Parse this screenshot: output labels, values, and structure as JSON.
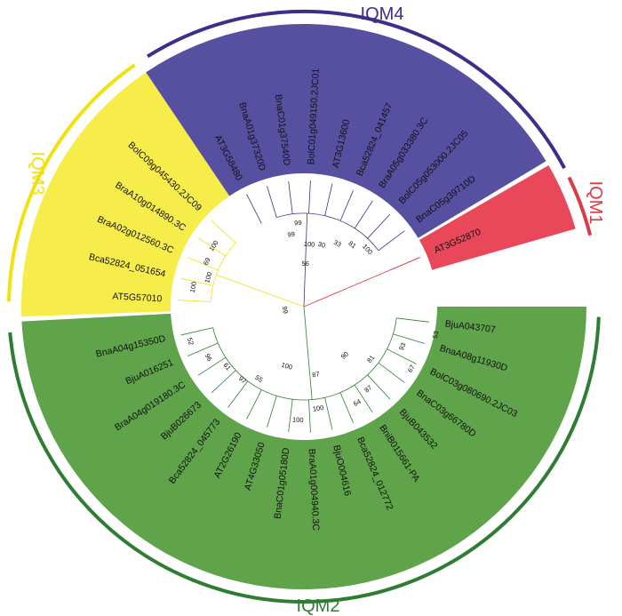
{
  "colors": {
    "IQM1": "#e8485a",
    "IQM2": "#5fa34a",
    "IQM3": "#f6ec4a",
    "IQM4": "#5750a0",
    "IQM1_line": "#d93b48",
    "IQM2_line": "#2e7d32",
    "IQM3_line": "#f1e10c",
    "IQM4_line": "#3b2f8a"
  },
  "groups": [
    {
      "id": "IQM4",
      "label": "IQM4",
      "color": "#5750a0",
      "arc_color": "#3b2f8a"
    },
    {
      "id": "IQM1",
      "label": "IQM1",
      "color": "#e8485a",
      "arc_color": "#d93b48"
    },
    {
      "id": "IQM2",
      "label": "IQM2",
      "color": "#5fa34a",
      "arc_color": "#2e7d32"
    },
    {
      "id": "IQM3",
      "label": "IQM3",
      "color": "#f6ec4a",
      "arc_color": "#f1e10c"
    }
  ],
  "leaves": [
    {
      "label": "BnaA01g37320D",
      "group": "IQM4",
      "angle": 253
    },
    {
      "label": "BnaC01g37540D",
      "group": "IQM4",
      "angle": 263
    },
    {
      "label": "BolC01g049150.2JC01",
      "group": "IQM4",
      "angle": 273
    },
    {
      "label": "AT3G13600",
      "group": "IQM4",
      "angle": 283
    },
    {
      "label": "Bca52824_041457",
      "group": "IQM4",
      "angle": 293
    },
    {
      "label": "BraA05g033380.3C",
      "group": "IQM4",
      "angle": 303
    },
    {
      "label": "BolC05g053000.2JC05",
      "group": "IQM4",
      "angle": 313
    },
    {
      "label": "BnaC05g39710D",
      "group": "IQM4",
      "angle": 323
    },
    {
      "label": "AT3G52870",
      "group": "IQM1",
      "angle": 337
    },
    {
      "label": "BjuA043707",
      "group": "IQM2",
      "angle": 7
    },
    {
      "label": "BnaA08g11930D",
      "group": "IQM2",
      "angle": 17
    },
    {
      "label": "BolC03g080690.2JC03",
      "group": "IQM2",
      "angle": 27
    },
    {
      "label": "BnaC03g66780D",
      "group": "IQM2",
      "angle": 37
    },
    {
      "label": "BjuB043532",
      "group": "IQM2",
      "angle": 47
    },
    {
      "label": "BniB015661-PA",
      "group": "IQM2",
      "angle": 57
    },
    {
      "label": "Bca52824_012772",
      "group": "IQM2",
      "angle": 67
    },
    {
      "label": "BjuO004616",
      "group": "IQM2",
      "angle": 77
    },
    {
      "label": "BraA01g004940.3C",
      "group": "IQM2",
      "angle": 87
    },
    {
      "label": "BnaC01g05180D",
      "group": "IQM2",
      "angle": 97
    },
    {
      "label": "AT4G33050",
      "group": "IQM2",
      "angle": 107
    },
    {
      "label": "AT2G26190",
      "group": "IQM2",
      "angle": 117
    },
    {
      "label": "Bca52824_045773",
      "group": "IQM2",
      "angle": 127
    },
    {
      "label": "BjuB026673",
      "group": "IQM2",
      "angle": 137
    },
    {
      "label": "BraA04g019180.3C",
      "group": "IQM2",
      "angle": 147
    },
    {
      "label": "BjuA016251",
      "group": "IQM2",
      "angle": 157
    },
    {
      "label": "BnaA04g15350D",
      "group": "IQM2",
      "angle": 167
    },
    {
      "label": "AT5G57010",
      "group": "IQM3",
      "angle": 183
    },
    {
      "label": "Bca52824_051654",
      "group": "IQM3",
      "angle": 193
    },
    {
      "label": "BraA02g012560.3C",
      "group": "IQM3",
      "angle": 203
    },
    {
      "label": "BraA10g014890.3C",
      "group": "IQM3",
      "angle": 213
    },
    {
      "label": "BolC09g045430.2JC09",
      "group": "IQM3",
      "angle": 223
    },
    {
      "label": "AT3G58480",
      "group": "IQM4",
      "angle": 243
    }
  ],
  "bootstrap": [
    {
      "value": "100",
      "angle": 318,
      "r": 96
    },
    {
      "value": "81",
      "angle": 308,
      "r": 88
    },
    {
      "value": "33",
      "angle": 298,
      "r": 80
    },
    {
      "value": "30",
      "angle": 286,
      "r": 72
    },
    {
      "value": "99",
      "angle": 266,
      "r": 94
    },
    {
      "value": "99",
      "angle": 260,
      "r": 82
    },
    {
      "value": "100",
      "angle": 275,
      "r": 70
    },
    {
      "value": "56",
      "angle": 272,
      "r": 48
    },
    {
      "value": "53",
      "angle": 12,
      "r": 152
    },
    {
      "value": "67",
      "angle": 30,
      "r": 140
    },
    {
      "value": "93",
      "angle": 22,
      "r": 120
    },
    {
      "value": "87",
      "angle": 52,
      "r": 118
    },
    {
      "value": "64",
      "angle": 61,
      "r": 124
    },
    {
      "value": "81",
      "angle": 38,
      "r": 96
    },
    {
      "value": "90",
      "angle": 50,
      "r": 72
    },
    {
      "value": "100",
      "angle": 82,
      "r": 116
    },
    {
      "value": "100",
      "angle": 93,
      "r": 128
    },
    {
      "value": "87",
      "angle": 80,
      "r": 78
    },
    {
      "value": "100",
      "angle": 106,
      "r": 70
    },
    {
      "value": "55",
      "angle": 122,
      "r": 96
    },
    {
      "value": "97",
      "angle": 130,
      "r": 108
    },
    {
      "value": "61",
      "angle": 142,
      "r": 110
    },
    {
      "value": "96",
      "angle": 152,
      "r": 122
    },
    {
      "value": "52",
      "angle": 163,
      "r": 134
    },
    {
      "value": "99",
      "angle": 170,
      "r": 22
    },
    {
      "value": "100",
      "angle": 190,
      "r": 126
    },
    {
      "value": "100",
      "angle": 197,
      "r": 112
    },
    {
      "value": "69",
      "angle": 205,
      "r": 120
    },
    {
      "value": "100",
      "angle": 214,
      "r": 122
    }
  ]
}
